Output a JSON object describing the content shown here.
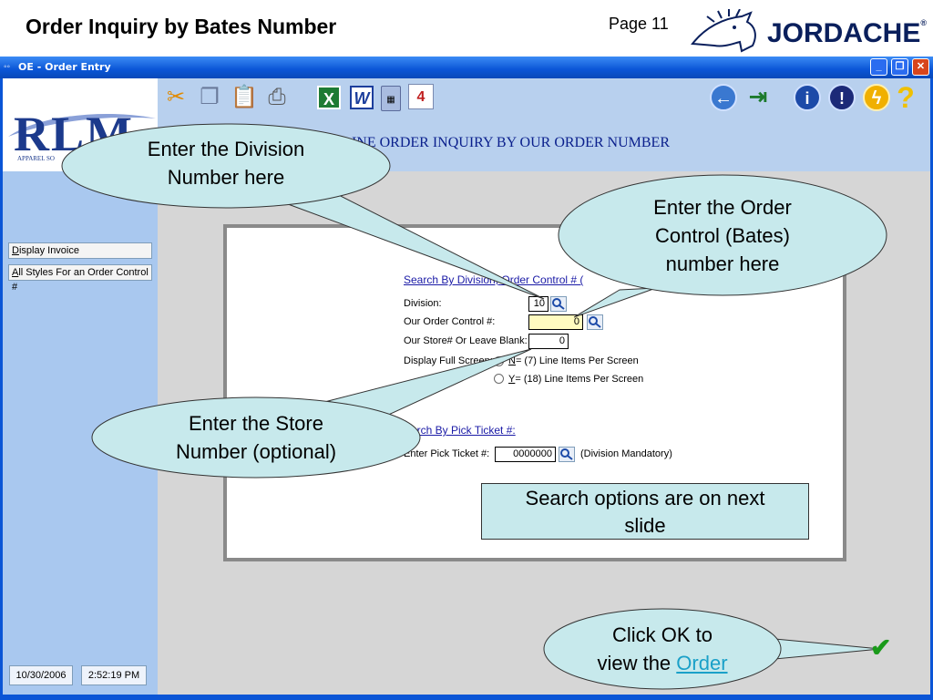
{
  "slide": {
    "title": "Order Inquiry by Bates Number",
    "page": "Page 11",
    "logo_text": "JORDACHE",
    "logo_reg": "®"
  },
  "window": {
    "title": "OE - Order Entry",
    "buttons": {
      "minimize": "_",
      "restore": "❐",
      "close": "✕"
    }
  },
  "header": {
    "brand": "RLM",
    "brand_sub": "APPAREL SO",
    "screen_title": "L LINE ORDER INQUIRY BY OUR ORDER NUMBER"
  },
  "toolbar": {
    "icons": [
      "cut-icon",
      "copy-icon",
      "paste-icon",
      "print-icon",
      "excel-icon",
      "word-icon",
      "calculator-icon",
      "calendar-icon",
      "back-arrow-icon",
      "exit-icon",
      "info-icon",
      "alert-icon",
      "lightning-icon",
      "help-icon"
    ],
    "excel_glyph": "X",
    "word_glyph": "W",
    "calendar_glyph": "4",
    "info_glyph": "i",
    "alert_glyph": "!",
    "lightning_glyph": "ϟ",
    "help_glyph": "?",
    "back_glyph": "←",
    "exit_glyph": "⇥"
  },
  "sidebar": {
    "items": [
      {
        "accel": "D",
        "label": "isplay Invoice"
      },
      {
        "accel": "A",
        "label": "ll Styles For an Order Control #"
      }
    ],
    "date": "10/30/2006",
    "time": "2:52:19 PM"
  },
  "form": {
    "section1": "Search By Division, Order Control # (",
    "division_label": "Division:",
    "division_value": "10",
    "order_control_label": "Our Order Control #:",
    "order_control_value": "0",
    "store_label": "Our Store# Or Leave Blank:",
    "store_value": "0",
    "display_label": "Display Full Screen:",
    "option_n_accel": "N",
    "option_n": "= (7) Line Items Per Screen",
    "option_y_accel": "Y",
    "option_y": "= (18) Line Items Per Screen",
    "section2": "arch By Pick Ticket #:",
    "pick_label": "Enter Pick Ticket #:",
    "pick_value": "0000000",
    "pick_note": "(Division Mandatory)"
  },
  "callouts": {
    "division": [
      "Enter the Division",
      "Number here"
    ],
    "order": [
      "Enter the Order",
      "Control (Bates)",
      "number here"
    ],
    "store": [
      "Enter the Store",
      "Number (optional)"
    ],
    "note": [
      "Search options are on next",
      "slide"
    ],
    "ok_line1": "Click OK to",
    "ok_line2_prefix": "view the ",
    "ok_link": "Order"
  },
  "colors": {
    "title_bar": "#0a55d6",
    "callout_fill": "#c7e9ec",
    "accent_link": "#1aa0c8"
  }
}
